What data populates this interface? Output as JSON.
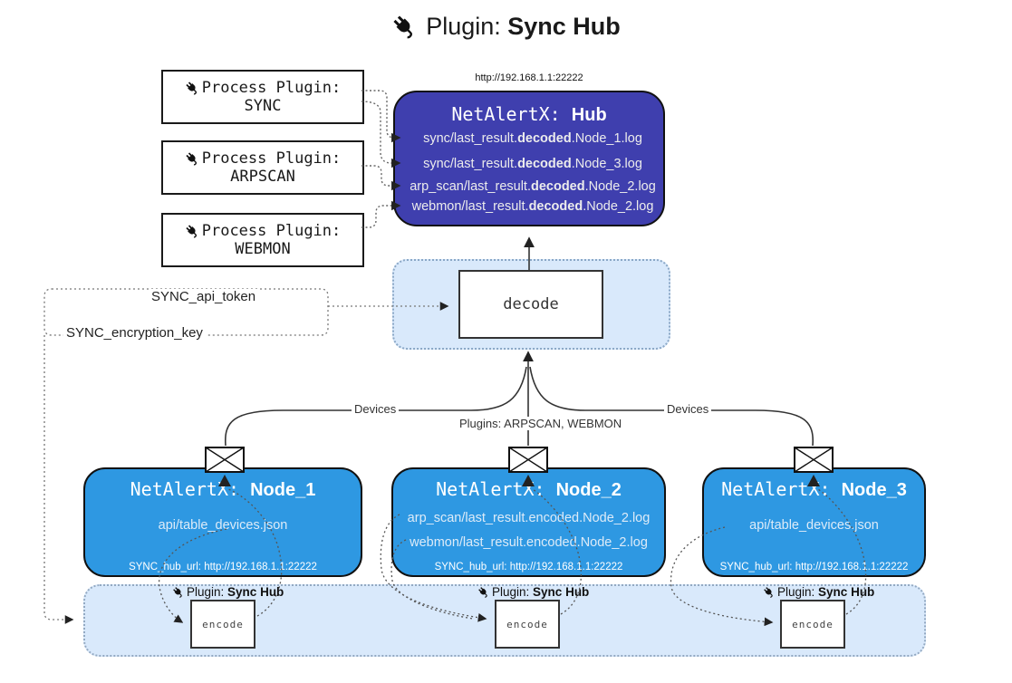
{
  "title": {
    "label": "Plugin:",
    "bold": "Sync Hub"
  },
  "process_plugins": [
    {
      "line1": "Process Plugin:",
      "line2": "SYNC"
    },
    {
      "line1": "Process Plugin:",
      "line2": "ARPSCAN"
    },
    {
      "line1": "Process Plugin:",
      "line2": "WEBMON"
    }
  ],
  "hub": {
    "url": "http://192.168.1.1:22222",
    "name": "NetAlertX:",
    "name_bold": "Hub",
    "logs": [
      {
        "pre": "sync/last_result.",
        "bold": "decoded",
        "post": ".Node_1.log"
      },
      {
        "pre": "sync/last_result.",
        "bold": "decoded",
        "post": ".Node_3.log"
      },
      {
        "pre": "arp_scan/last_result.",
        "bold": "decoded",
        "post": ".Node_2.log"
      },
      {
        "pre": "webmon/last_result.",
        "bold": "decoded",
        "post": ".Node_2.log"
      }
    ]
  },
  "decode_label": "decode",
  "config": {
    "api_token": "SYNC_api_token",
    "encryption_key": "SYNC_encryption_key"
  },
  "edge_labels": {
    "devices_left": "Devices",
    "devices_right": "Devices",
    "plugins": "Plugins: ARPSCAN, WEBMON"
  },
  "nodes": [
    {
      "name": "NetAlertX:",
      "name_bold": "Node_1",
      "files": [
        "api/table_devices.json"
      ],
      "hub_url": "SYNC_hub_url: http://192.168.1.1:22222"
    },
    {
      "name": "NetAlertX:",
      "name_bold": "Node_2",
      "files": [
        "arp_scan/last_result.encoded.Node_2.log",
        "webmon/last_result.encoded.Node_2.log"
      ],
      "hub_url": "SYNC_hub_url: http://192.168.1.1:22222"
    },
    {
      "name": "NetAlertX:",
      "name_bold": "Node_3",
      "files": [
        "api/table_devices.json"
      ],
      "hub_url": "SYNC_hub_url: http://192.168.1.1:22222"
    }
  ],
  "encoders": [
    {
      "plugin_label": "Plugin:",
      "plugin_bold": "Sync Hub",
      "box": "encode"
    },
    {
      "plugin_label": "Plugin:",
      "plugin_bold": "Sync Hub",
      "box": "encode"
    },
    {
      "plugin_label": "Plugin:",
      "plugin_bold": "Sync Hub",
      "box": "encode"
    }
  ],
  "colors": {
    "hub_fill": "#3f3fae",
    "node_fill": "#2e98e2",
    "container_fill": "#d9e9fb",
    "container_border": "#8aa7c6"
  }
}
